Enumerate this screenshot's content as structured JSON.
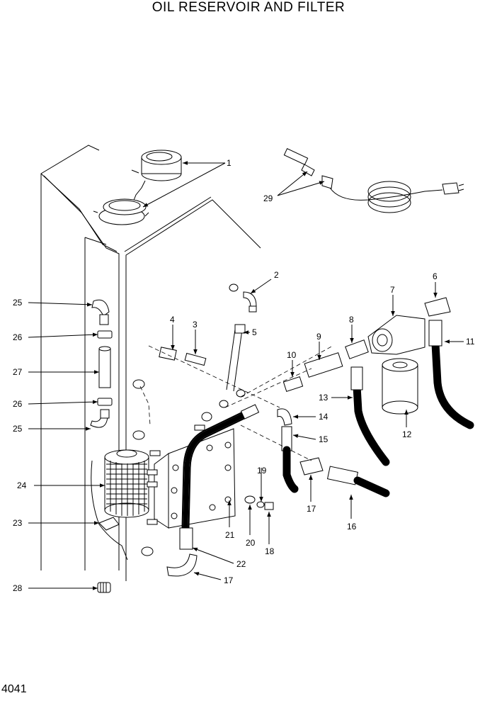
{
  "title": "OIL RESERVOIR AND FILTER",
  "page_number": "4041",
  "callouts": [
    "1",
    "2",
    "3",
    "4",
    "5",
    "6",
    "7",
    "8",
    "9",
    "10",
    "11",
    "12",
    "13",
    "14",
    "15",
    "16",
    "17",
    "17",
    "18",
    "19",
    "20",
    "21",
    "22",
    "23",
    "24",
    "25",
    "25",
    "26",
    "26",
    "27",
    "28",
    "29"
  ]
}
